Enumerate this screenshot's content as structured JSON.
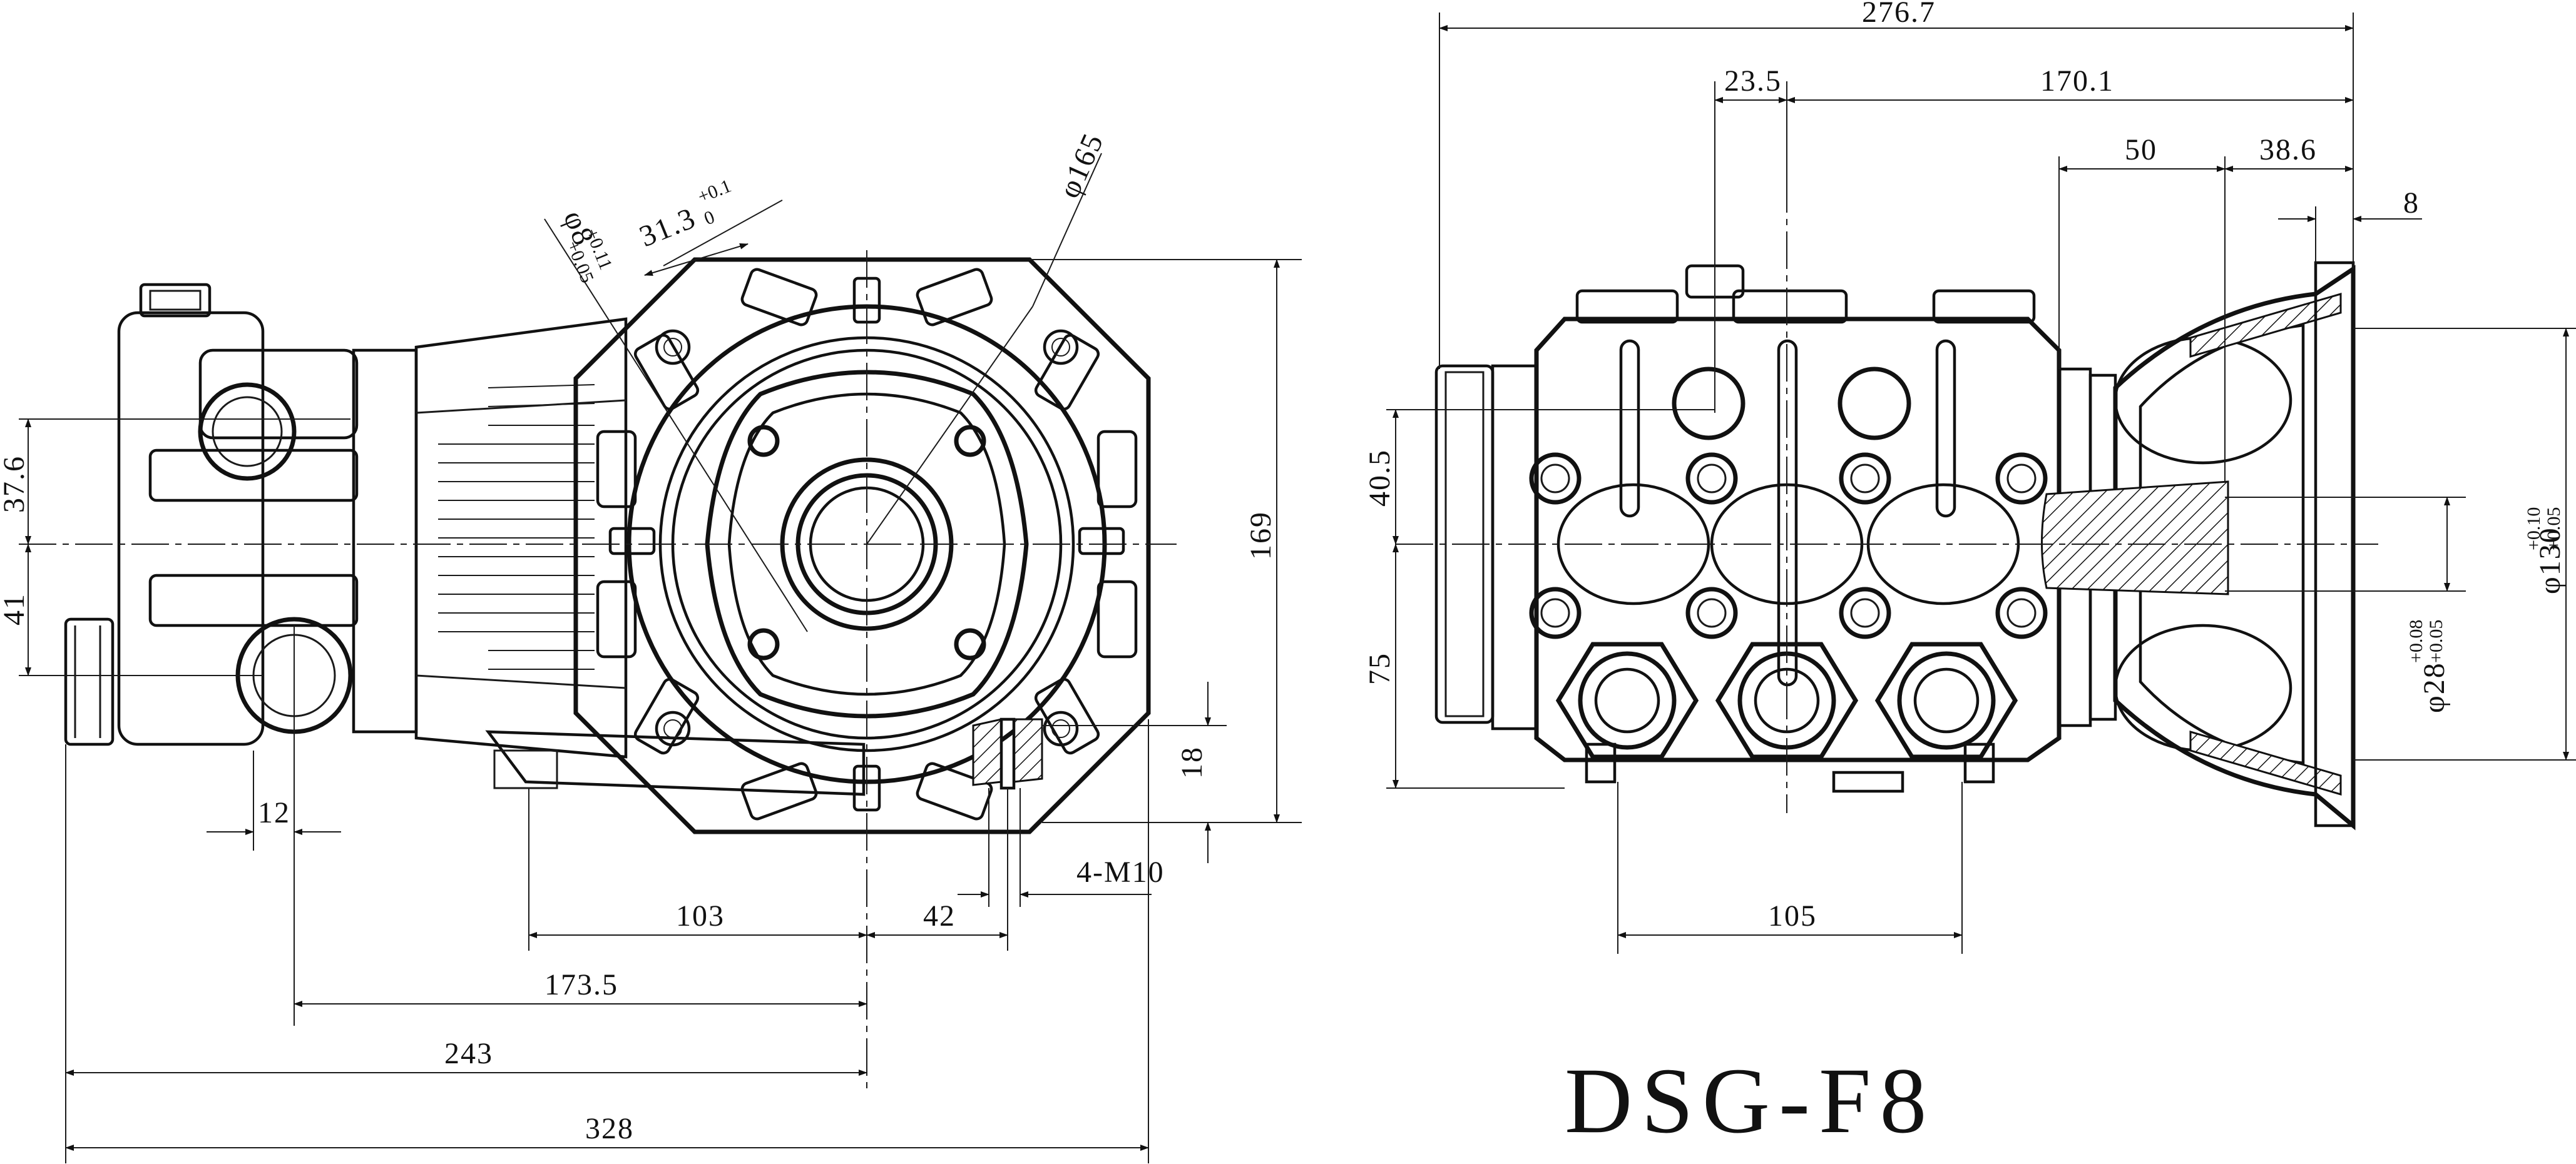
{
  "title": "DSG-F8",
  "left_view": {
    "dims": {
      "d_37_6": "37.6",
      "d_41": "41",
      "d_12": "12",
      "d_103": "103",
      "d_42": "42",
      "d_173_5": "173.5",
      "d_243": "243",
      "d_328": "328",
      "d_169": "169",
      "d_18": "18",
      "d_4m10": "4-M10",
      "d_phi165": "φ165",
      "d_31_3": "31.3",
      "d_31_3_tol_up": "+0.1",
      "d_31_3_tol_lo": "0",
      "d_phi8": "φ8",
      "d_phi8_tol_up": "+0.11",
      "d_phi8_tol_lo": "+0.05"
    }
  },
  "right_view": {
    "dims": {
      "d_276_7": "276.7",
      "d_23_5": "23.5",
      "d_170_1": "170.1",
      "d_50": "50",
      "d_38_6": "38.6",
      "d_8": "8",
      "d_40_5": "40.5",
      "d_75": "75",
      "d_105": "105",
      "d_phi130": "φ130",
      "d_phi130_tol_up": "+0.10",
      "d_phi130_tol_lo": "+0.05",
      "d_phi28": "φ28",
      "d_phi28_tol_up": "+0.08",
      "d_phi28_tol_lo": "+0.05"
    }
  }
}
